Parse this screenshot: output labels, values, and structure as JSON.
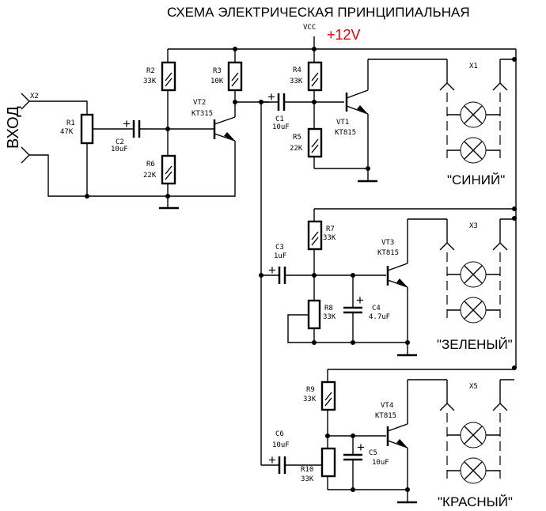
{
  "title": "СХЕМА ЭЛЕКТРИЧЕСКАЯ ПРИНЦИПИАЛЬНАЯ",
  "supply": {
    "net": "VCC",
    "voltage": "+12V",
    "voltage_color": "#e00000"
  },
  "input": {
    "label": "ВХОД",
    "connector": "X2"
  },
  "components": {
    "R1": {
      "ref": "R1",
      "value": "47K"
    },
    "R2": {
      "ref": "R2",
      "value": "33K"
    },
    "R3": {
      "ref": "R3",
      "value": "10K"
    },
    "R4": {
      "ref": "R4",
      "value": "33K"
    },
    "R5": {
      "ref": "R5",
      "value": "22K"
    },
    "R6": {
      "ref": "R6",
      "value": "22K"
    },
    "R7": {
      "ref": "R7",
      "value": "33K"
    },
    "R8": {
      "ref": "R8",
      "value": "33K"
    },
    "R9": {
      "ref": "R9",
      "value": "33K"
    },
    "R10": {
      "ref": "R10",
      "value": "33K"
    },
    "C1": {
      "ref": "C1",
      "value": "10uF"
    },
    "C2": {
      "ref": "C2",
      "value": "10uF"
    },
    "C3": {
      "ref": "C3",
      "value": "1uF"
    },
    "C4": {
      "ref": "C4",
      "value": "4.7uF"
    },
    "C5": {
      "ref": "C5",
      "value": "10uF"
    },
    "C6": {
      "ref": "C6",
      "value": "10uF"
    },
    "VT1": {
      "ref": "VT1",
      "type": "KT815"
    },
    "VT2": {
      "ref": "VT2",
      "type": "KT315"
    },
    "VT3": {
      "ref": "VT3",
      "type": "KT815"
    },
    "VT4": {
      "ref": "VT4",
      "type": "KT815"
    }
  },
  "channels": [
    {
      "connector": "X1",
      "name": "\"СИНИЙ\""
    },
    {
      "connector": "X3",
      "name": "\"ЗЕЛЕНЫЙ\""
    },
    {
      "connector": "X5",
      "name": "\"КРАСНЫЙ\""
    }
  ],
  "plus_sign": "+"
}
